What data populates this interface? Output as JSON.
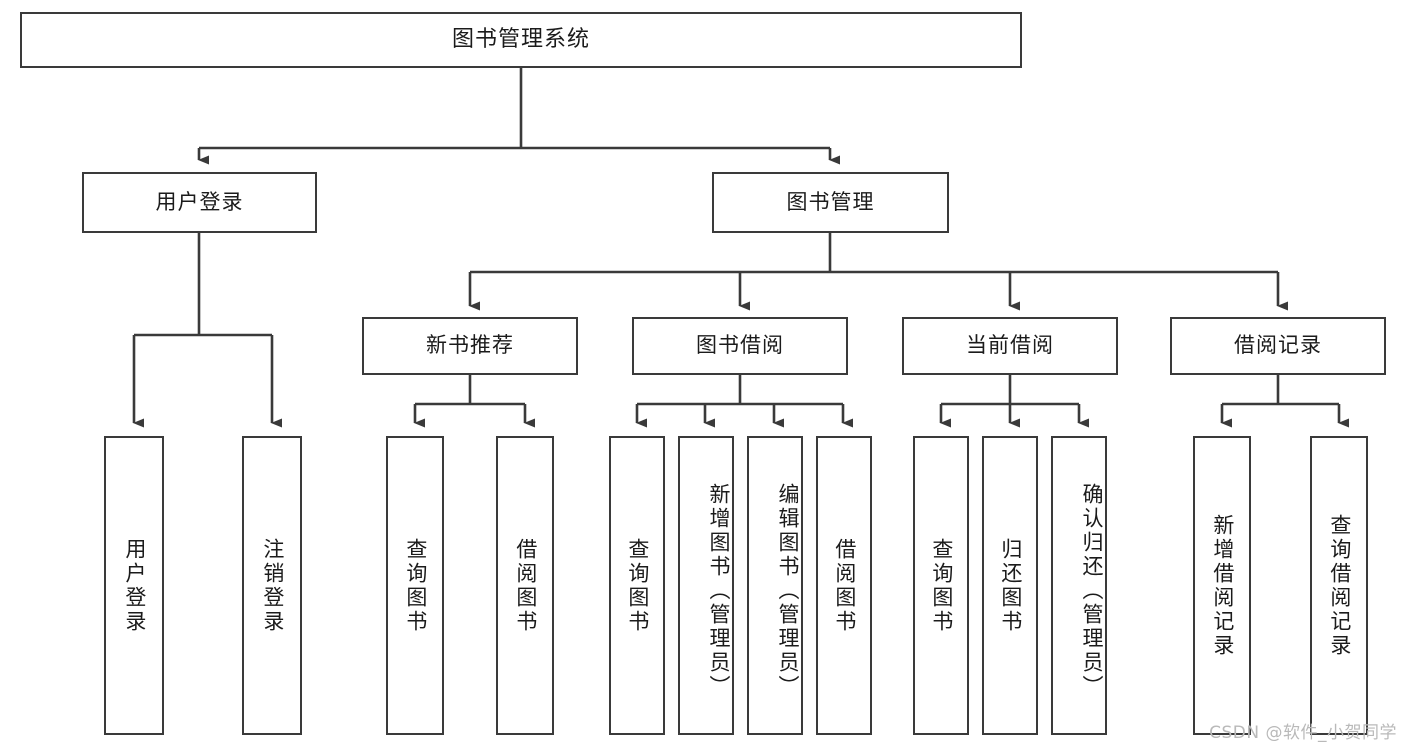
{
  "diagram": {
    "title": "图书管理系统",
    "type": "tree-hierarchy",
    "root": {
      "label": "图书管理系统"
    },
    "level1": [
      {
        "label": "用户登录"
      },
      {
        "label": "图书管理"
      }
    ],
    "level2": [
      {
        "label": "新书推荐"
      },
      {
        "label": "图书借阅"
      },
      {
        "label": "当前借阅"
      },
      {
        "label": "借阅记录"
      }
    ],
    "leaves": {
      "user_login": [
        {
          "label": "用户登录"
        },
        {
          "label": "注销登录"
        }
      ],
      "new_book_recommend": [
        {
          "label": "查询图书"
        },
        {
          "label": "借阅图书"
        }
      ],
      "book_borrow": [
        {
          "label": "查询图书"
        },
        {
          "label": "新增图书（管理员）"
        },
        {
          "label": "编辑图书（管理员）"
        },
        {
          "label": "借阅图书"
        }
      ],
      "current_borrow": [
        {
          "label": "查询图书"
        },
        {
          "label": "归还图书"
        },
        {
          "label": "确认归还（管理员）"
        }
      ],
      "borrow_record": [
        {
          "label": "新增借阅记录"
        },
        {
          "label": "查询借阅记录"
        }
      ]
    }
  },
  "watermark": {
    "text": "CSDN @软件_小贺同学"
  },
  "colors": {
    "box_border": "#3a3a3a",
    "box_fill": "#ffffff",
    "connector": "#3a3a3a",
    "text": "#1b1b1b",
    "watermark": "#b9b9b9",
    "background": "#ffffff"
  }
}
